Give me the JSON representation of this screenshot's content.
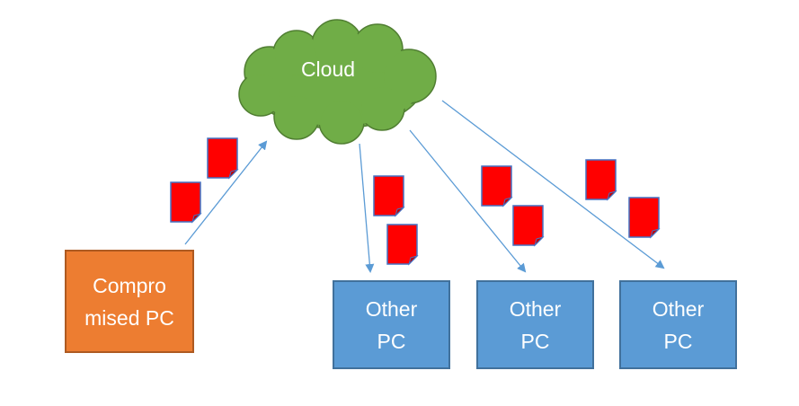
{
  "cloud": {
    "label": "Cloud"
  },
  "compromised_pc": {
    "label": "Compro\nmised PC"
  },
  "other_pcs": [
    {
      "label": "Other\nPC"
    },
    {
      "label": "Other\nPC"
    },
    {
      "label": "Other\nPC"
    }
  ],
  "icons": {
    "file": "red-document-icon",
    "connector": "arrow"
  },
  "colors": {
    "cloud_fill": "#70AD47",
    "cloud_stroke": "#507E32",
    "compromised_fill": "#ED7D31",
    "other_pc_fill": "#5B9BD5",
    "arrow": "#5B9BD5",
    "file_fill": "#FF0000",
    "file_stroke": "#4472C4"
  }
}
